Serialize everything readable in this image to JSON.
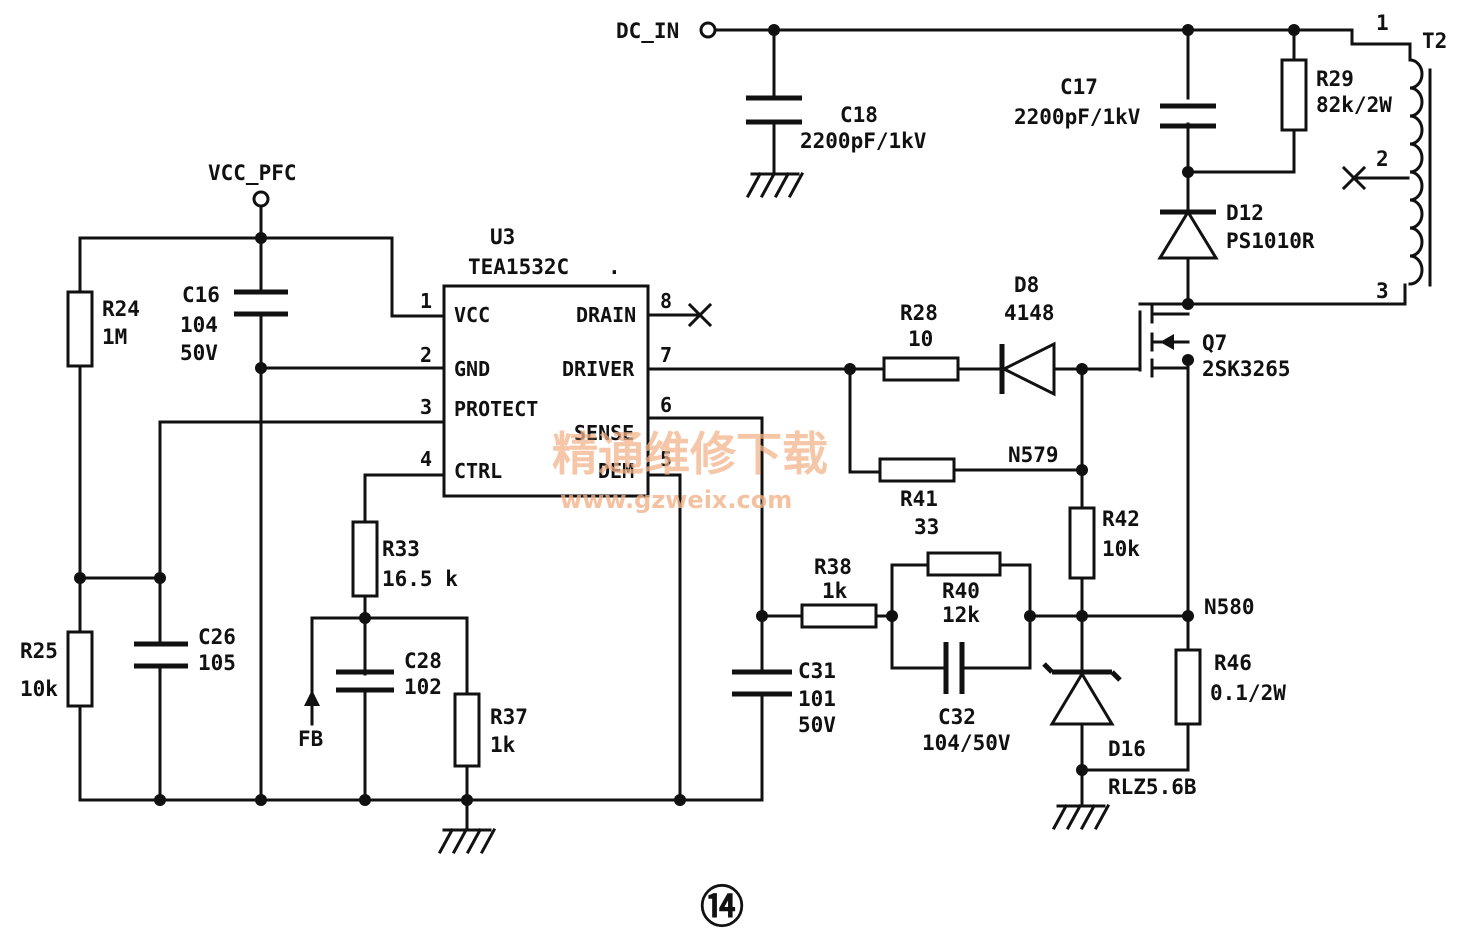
{
  "nets": {
    "dc_in": "DC_IN",
    "vcc_pfc": "VCC_PFC",
    "n579": "N579",
    "n580": "N580",
    "fb": "FB"
  },
  "ic": {
    "ref": "U3",
    "part": "TEA1532C",
    "part_mark": ".",
    "pins": [
      {
        "num": "1",
        "name": "VCC"
      },
      {
        "num": "2",
        "name": "GND"
      },
      {
        "num": "3",
        "name": "PROTECT"
      },
      {
        "num": "4",
        "name": "CTRL"
      },
      {
        "num": "8",
        "name": "DRAIN"
      },
      {
        "num": "7",
        "name": "DRIVER"
      },
      {
        "num": "6",
        "name": "SENSE"
      },
      {
        "num": "5",
        "name": "DEM"
      }
    ]
  },
  "components": {
    "R24": {
      "ref": "R24",
      "value": "1M"
    },
    "R25": {
      "ref": "R25",
      "value": "10k"
    },
    "C16": {
      "ref": "C16",
      "value": "104",
      "rating": "50V"
    },
    "C26": {
      "ref": "C26",
      "value": "105"
    },
    "R33": {
      "ref": "R33",
      "value": "16.5 k"
    },
    "C28": {
      "ref": "C28",
      "value": "102"
    },
    "R37": {
      "ref": "R37",
      "value": "1k"
    },
    "C31": {
      "ref": "C31",
      "value": "101",
      "rating": "50V"
    },
    "R38": {
      "ref": "R38",
      "value": "1k"
    },
    "R40": {
      "ref": "R40",
      "value": "12k"
    },
    "C32": {
      "ref": "C32",
      "value": "104/50V"
    },
    "R41": {
      "ref": "R41",
      "value": "33"
    },
    "R28": {
      "ref": "R28",
      "value": "10"
    },
    "D8": {
      "ref": "D8",
      "value": "4148"
    },
    "R42": {
      "ref": "R42",
      "value": "10k"
    },
    "D16": {
      "ref": "D16",
      "value": "RLZ5.6B"
    },
    "R46": {
      "ref": "R46",
      "value": "0.1/2W"
    },
    "Q7": {
      "ref": "Q7",
      "value": "2SK3265"
    },
    "D12": {
      "ref": "D12",
      "value": "PS1010R"
    },
    "C17": {
      "ref": "C17",
      "value": "2200pF/1kV"
    },
    "C18": {
      "ref": "C18",
      "value": "2200pF/1kV"
    },
    "R29": {
      "ref": "R29",
      "value": "82k/2W"
    },
    "T2": {
      "ref": "T2",
      "pins": [
        "1",
        "2",
        "3"
      ]
    }
  },
  "watermark": {
    "text": "精通维修下载",
    "url": "www.gzweix.com"
  },
  "figure_number": "⑭"
}
